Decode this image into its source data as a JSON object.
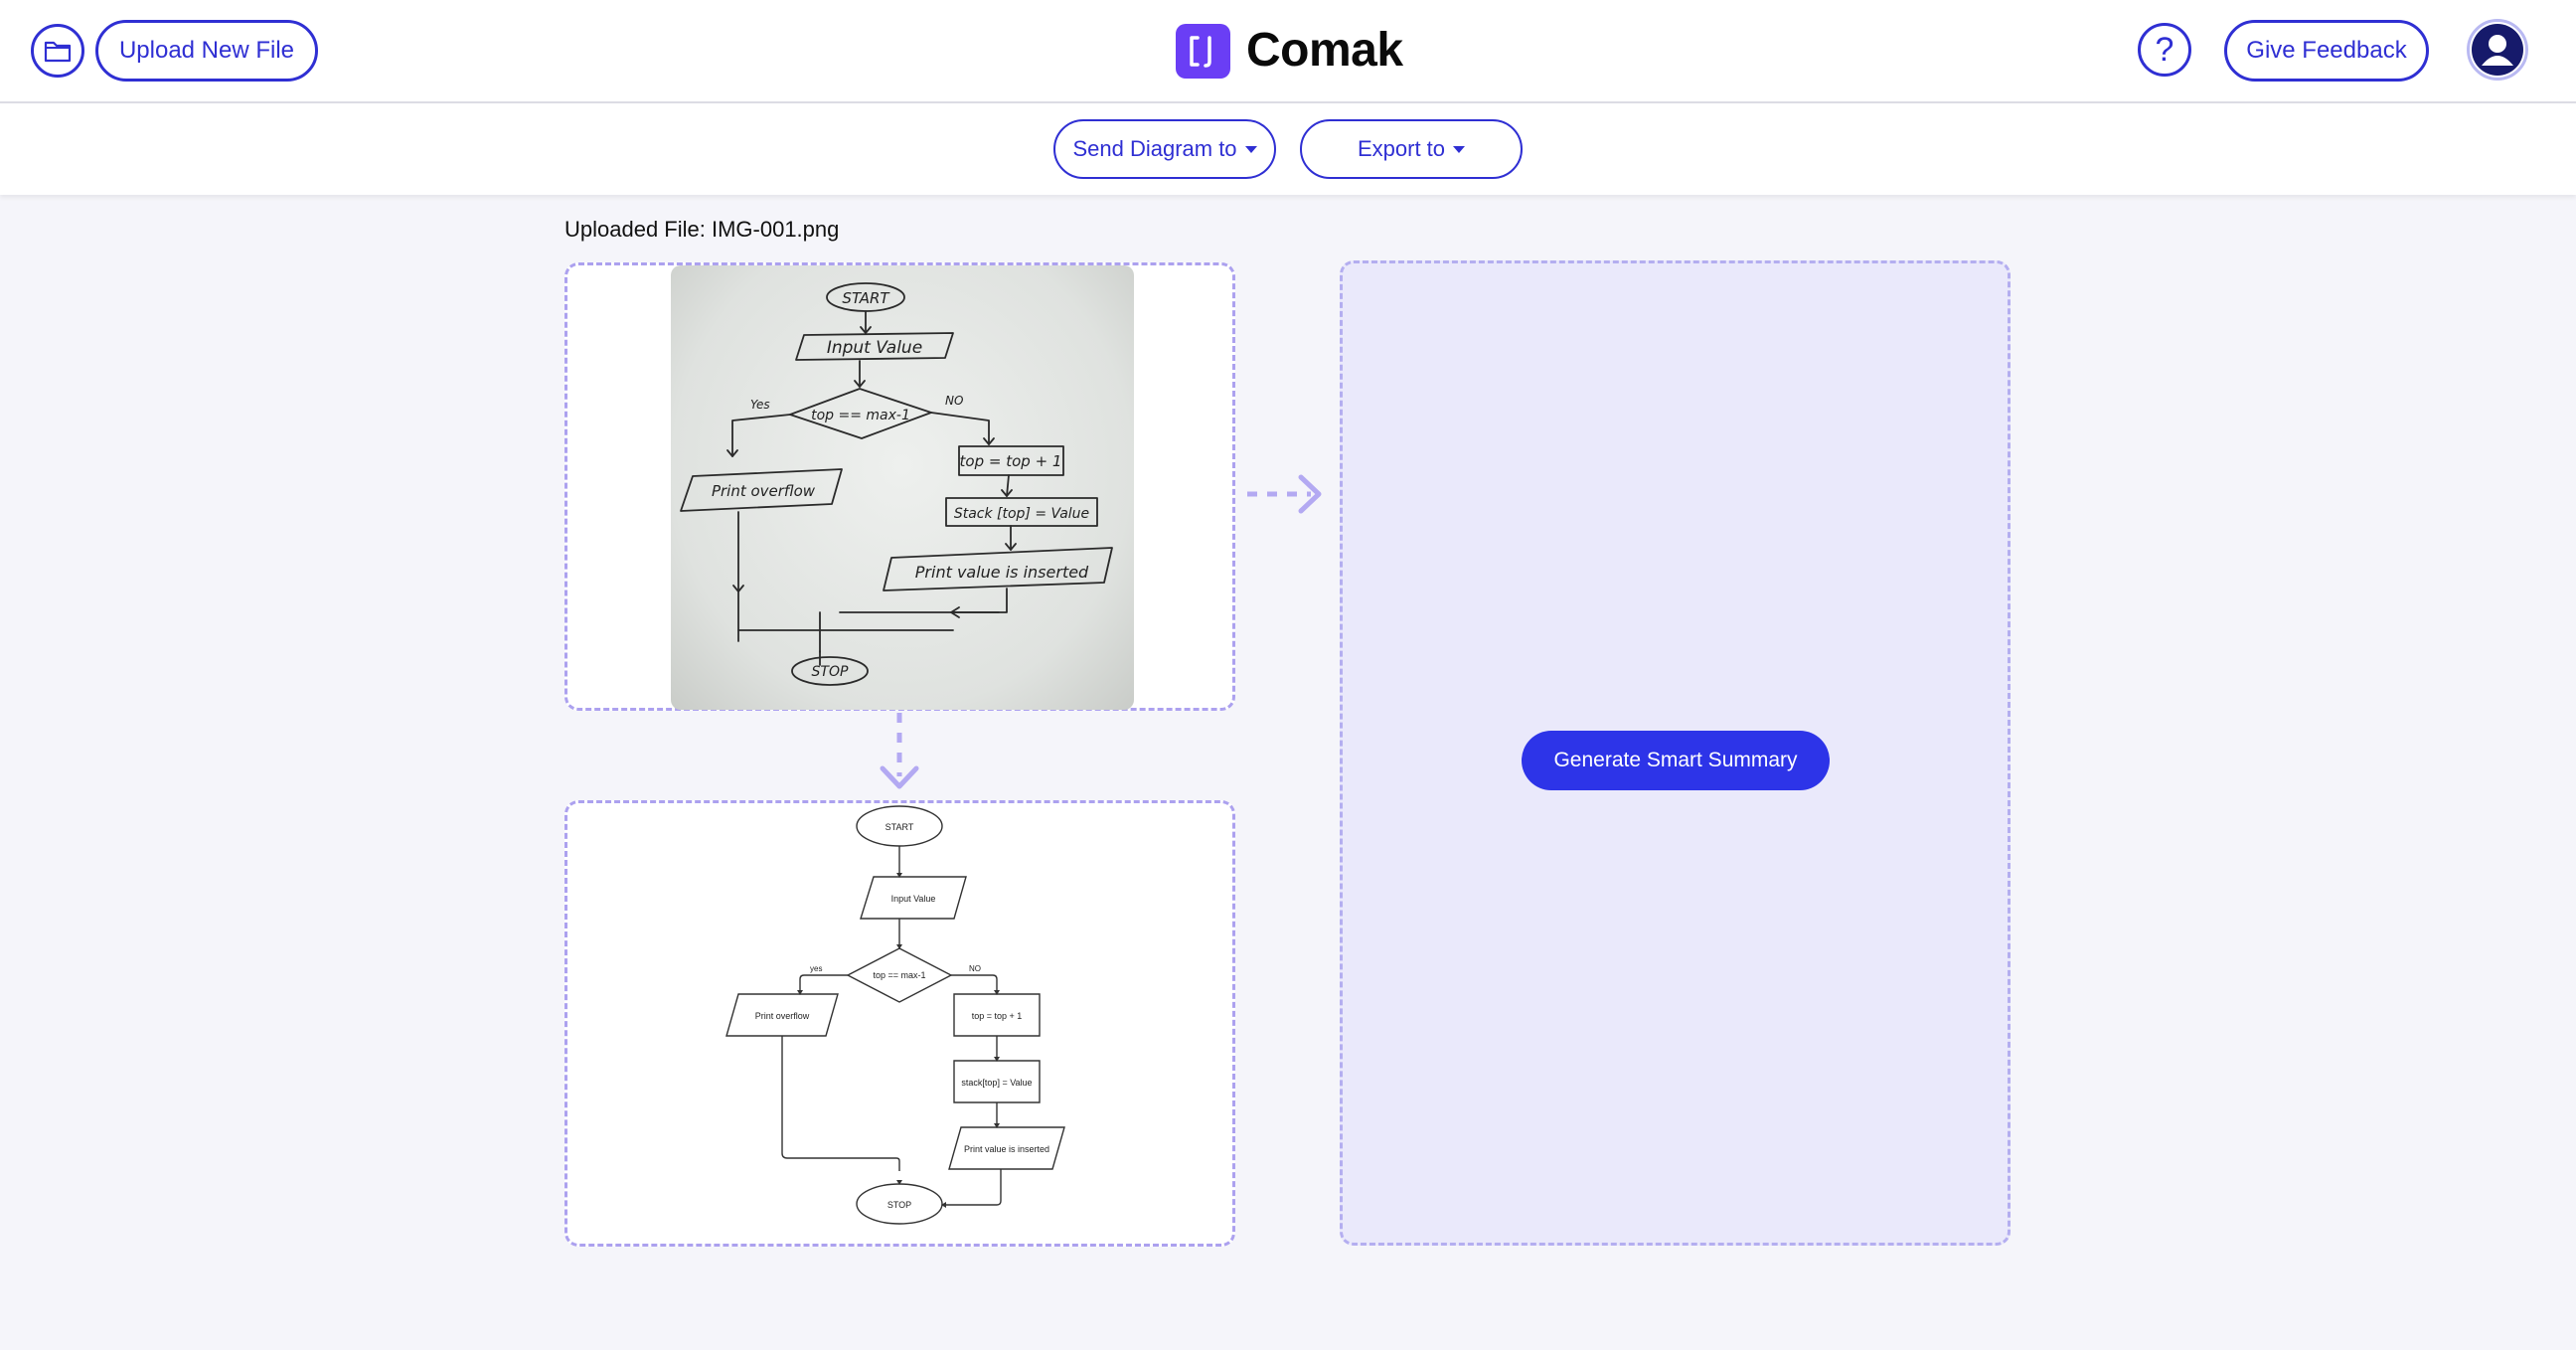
{
  "header": {
    "upload_label": "Upload New File",
    "brand_name": "Comak",
    "help_symbol": "?",
    "feedback_label": "Give Feedback"
  },
  "toolbar": {
    "send_label": "Send Diagram to",
    "export_label": "Export to"
  },
  "main": {
    "uploaded_file_label": "Uploaded File: IMG-001.png",
    "generate_label": "Generate Smart Summary"
  },
  "handwritten_flowchart": {
    "start": "START",
    "input": "Input Value",
    "condition": "top == max-1",
    "yes": "Yes",
    "no": "NO",
    "increment": "top = top + 1",
    "assign": "Stack [top] = Value",
    "print_overflow": "Print overflow",
    "print_inserted": "Print value is inserted",
    "stop": "STOP"
  },
  "generated_flowchart": {
    "start": "START",
    "input": "Input Value",
    "condition": "top == max-1",
    "yes": "yes",
    "no": "NO",
    "increment": "top = top + 1",
    "assign": "stack[top] = Value",
    "print_overflow": "Print overflow",
    "print_inserted": "Print value is inserted",
    "stop": "STOP"
  },
  "colors": {
    "accent": "#2f2fd3",
    "brand": "#6a3ef5",
    "primary_button": "#2d34e8",
    "dashed_border": "#aca1ef",
    "summary_panel": "#eae9fb"
  },
  "icons": {
    "folder": "folder-icon",
    "logo": "comak-logo-icon",
    "help": "help-icon",
    "avatar": "user-avatar-icon",
    "arrow_right": "dashed-arrow-right-icon",
    "arrow_down": "dashed-arrow-down-icon"
  }
}
